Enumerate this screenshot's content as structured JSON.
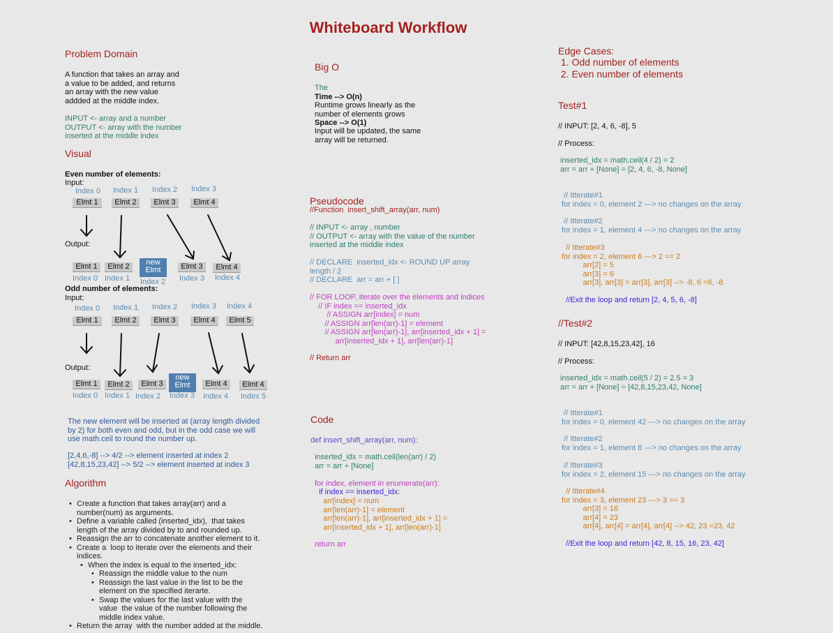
{
  "title": "Whiteboard Workflow",
  "problem": {
    "heading": "Problem Domain",
    "description": "A function that takes an array and\na value to be added, and returns\nan array with the new value\naddded at the middle index.",
    "io": "INPUT <- array and a number\nOUTPUT <- array with the number\ninserted at the middle index"
  },
  "visual": {
    "heading": "Visual",
    "even_label": "Even number of elements:",
    "odd_label": "Odd number of elements:",
    "input_label": "Input:",
    "output_label": "Output:",
    "elmt": [
      "Elmt 1",
      "Elmt 2",
      "Elmt 3",
      "Elmt 4",
      "Elmt 5"
    ],
    "new_elmt": "new\nElmt",
    "idx": [
      "Index 0",
      "Index 1",
      "Index 2",
      "Index 3",
      "Index 4",
      "Index 5"
    ],
    "explanation": "The new element will be inserted at (array length divided\nby 2) for both even and odd, but in the odd case we will\nuse math.ceil to round the number up.",
    "examples": "[2,4,6,-8] --> 4/2 --> element inserted at index 2\n[42,8,15,23,42] --> 5/2 --> element inserted at index 3"
  },
  "algorithm": {
    "heading": "Algorithm",
    "steps": [
      "Create a function that takes array(arr) and a\nnumber(num) as arguments.",
      "Define a variable called (inserted_idx),  that takes\nlength of the array divided by to and rounded up.",
      "Reassign the arr to concatenate another element to it.",
      "Create a  loop to iterate over the elements and their\nindices."
    ],
    "sub_step": "When the index is equal to the inserted_idx:",
    "sub_sub_steps": [
      "Reassign the middle value to the num",
      "Reassign the last value in the list to be the\nelement on the specified iterarte.",
      "Swap the values for the last value with the\nvalue  the value of the number following the\nmiddle index value."
    ],
    "final_step": "Return the array  with the number added at the middle."
  },
  "bigo": {
    "heading": "Big O",
    "intro": "The",
    "time_label": "Time --> O(n)",
    "time_desc": "Runtime grows linearly as the\nnumber of elements grows",
    "space_label": "Space --> O(1)",
    "space_desc": "Input will be updated, the same\narray will be returned."
  },
  "pseudocode": {
    "heading": "Pseudocode",
    "func": "//Function  insert_shift_array(arr, num)",
    "io": "// INPUT <- array , number\n// OUTPUT <- array with the value of the number\ninserted at the middle index",
    "declare": "// DECLARE  inserted_idx <- ROUND UP array\nlength / 2\n// DECLARE  arr = arr + [ ]",
    "loop": "// FOR LOOP, iterate over the elements and indices\n    // IF index == inserted_idx\n        // ASSIGN arr[index] = num\n       // ASSIGN arr[len(arr)-1] = element\n       // ASSIGN arr[len(arr)-1], arr[inserted_idx + 1] =\n            arr[inserted_idx + 1], arr[len(arr)-1]",
    "ret": "// Return arr"
  },
  "code": {
    "heading": "Code",
    "def": "def insert_shift_array(arr, num):",
    "body1": "  inserted_idx = math.ceil(len(arr) / 2)\n  arr = arr + [None]",
    "loop": "  for index, element in enumerate(arr):",
    "if": "    if index == inserted_idx:",
    "body2": "      arr[index] = num\n      arr[len(arr)-1] = element\n      arr[len(arr)-1], arr[inserted_idx + 1] =\n      arr[inserted_idx + 1], arr[len(arr)-1]",
    "ret": "  return arr"
  },
  "edge": {
    "heading": "Edge Cases:",
    "items": " 1. Odd number of elements\n 2. Even number of elements"
  },
  "test1": {
    "heading": "Test#1",
    "input": "// INPUT: [2, 4, 6, -8], 5",
    "process": "// Process:",
    "setup": " inserted_idx = math.ceil(4 / 2) = 2\n arr = arr + [None] = [2, 4, 6, -8, None]",
    "iter1": " // Itterate#1\nfor index = 0, element 2 ---> no changes on the array",
    "iter2": " // Itterate#2\nfor index = 1, element 4 ---> no changes on the array",
    "iter3": "  // Itterate#3\nfor index = 2, element 6 ---> 2 == 2\n          arr[2] = 5\n          arr[3] = 6\n          arr[3], arr[3] = arr[3], arr[3] --> -8, 6 =6, -8",
    "exit": "  //Exit the loop and return [2, 4, 5, 6, -8]"
  },
  "test2": {
    "heading": "//Test#2",
    "input": "// INPUT: [42,8,15,23,42], 16",
    "process": "// Process:",
    "setup": " inserted_idx = math.ceil(5 / 2) = 2.5 = 3\n arr = arr + [None] = [42,8,15,23,42, None]",
    "iter1": " // Itterate#1\nfor index = 0, element 42 ---> no changes on the array",
    "iter2": " // Itterate#2\nfor index = 1, element 8 ---> no changes on the array",
    "iter3": " // Itterate#3\nfor index = 2, element 15 ---> no changes on the array",
    "iter4": "  // Itterate#4\nfor index = 3, element 23 ---> 3 == 3\n          arr[3] = 16\n          arr[4] = 23\n          arr[4], arr[4] = arr[4], arr[4] --> 42, 23 =23, 42",
    "exit": "  //Exit the loop and return [42, 8, 15, 16, 23, 42]"
  },
  "colors": {
    "heading": "#a3211e",
    "box": "#c9c9c9",
    "new_box": "#4f7fae"
  }
}
